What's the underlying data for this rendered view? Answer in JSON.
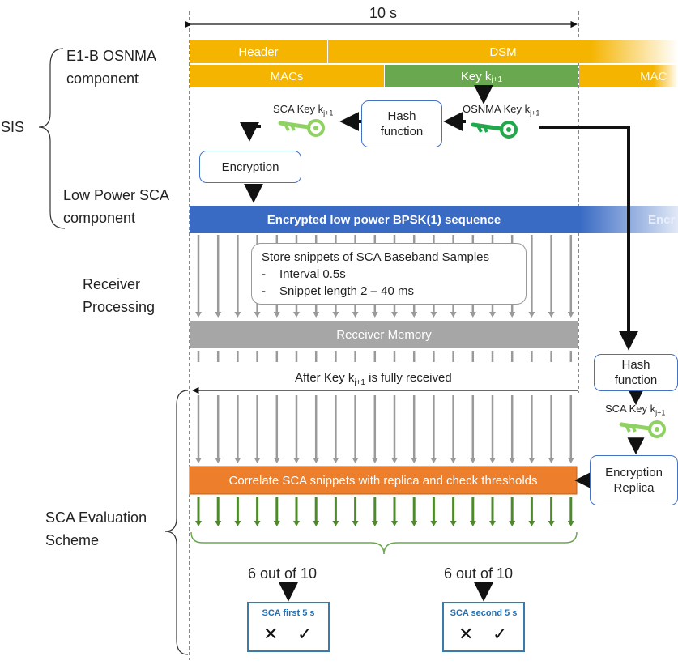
{
  "duration_label": "10 s",
  "sections": {
    "sis": "SIS",
    "e1b_line1": "E1-B OSNMA",
    "e1b_line2": "component",
    "lowpower_line1": "Low Power SCA",
    "lowpower_line2": "component",
    "receiver_line1": "Receiver",
    "receiver_line2": "Processing",
    "sca_eval_line1": "SCA Evaluation",
    "sca_eval_line2": "Scheme"
  },
  "osnma_bars": {
    "header": "Header",
    "dsm": "DSM",
    "macs": "MACs",
    "key_main": "Key k",
    "key_sub": "j+1",
    "macs_cut": "MAC"
  },
  "keys": {
    "osnma_key_main": "OSNMA Key k",
    "sca_key_main": "SCA Key k",
    "key_sub": "j+1"
  },
  "boxes": {
    "hash_top_line1": "Hash",
    "hash_top_line2": "function",
    "encryption": "Encryption",
    "hash_right_line1": "Hash",
    "hash_right_line2": "function",
    "enc_replica_line1": "Encryption",
    "enc_replica_line2": "Replica"
  },
  "lowpower_bar": {
    "label": "Encrypted low power BPSK(1) sequence",
    "cut": "Encr"
  },
  "store_box": {
    "title": "Store snippets of SCA Baseband Samples",
    "items": [
      "Interval 0.5s",
      "Snippet length 2 – 40 ms"
    ],
    "bullet": "-"
  },
  "receiver_memory": "Receiver Memory",
  "after_key": {
    "prefix": "After Key k",
    "sub": "j+1",
    "suffix": " is fully received"
  },
  "correlate_bar": "Correlate SCA snippets with replica and check thresholds",
  "thresholds": [
    "6 out of 10",
    "6 out of 10"
  ],
  "results": [
    {
      "title": "SCA first 5 s",
      "cross": "✕",
      "check": "✓"
    },
    {
      "title": "SCA second 5 s",
      "cross": "✕",
      "check": "✓"
    }
  ],
  "colors": {
    "osnma_orange": "#f5b400",
    "key_green": "#6aa84f",
    "low_power_blue": "#3a6bc4",
    "memory_gray": "#a6a6a6",
    "correlate_orange": "#ec7e2c",
    "box_border_blue": "#4472c4",
    "key_icon_dark": "#22a84a",
    "key_icon_light": "#8fd163"
  }
}
